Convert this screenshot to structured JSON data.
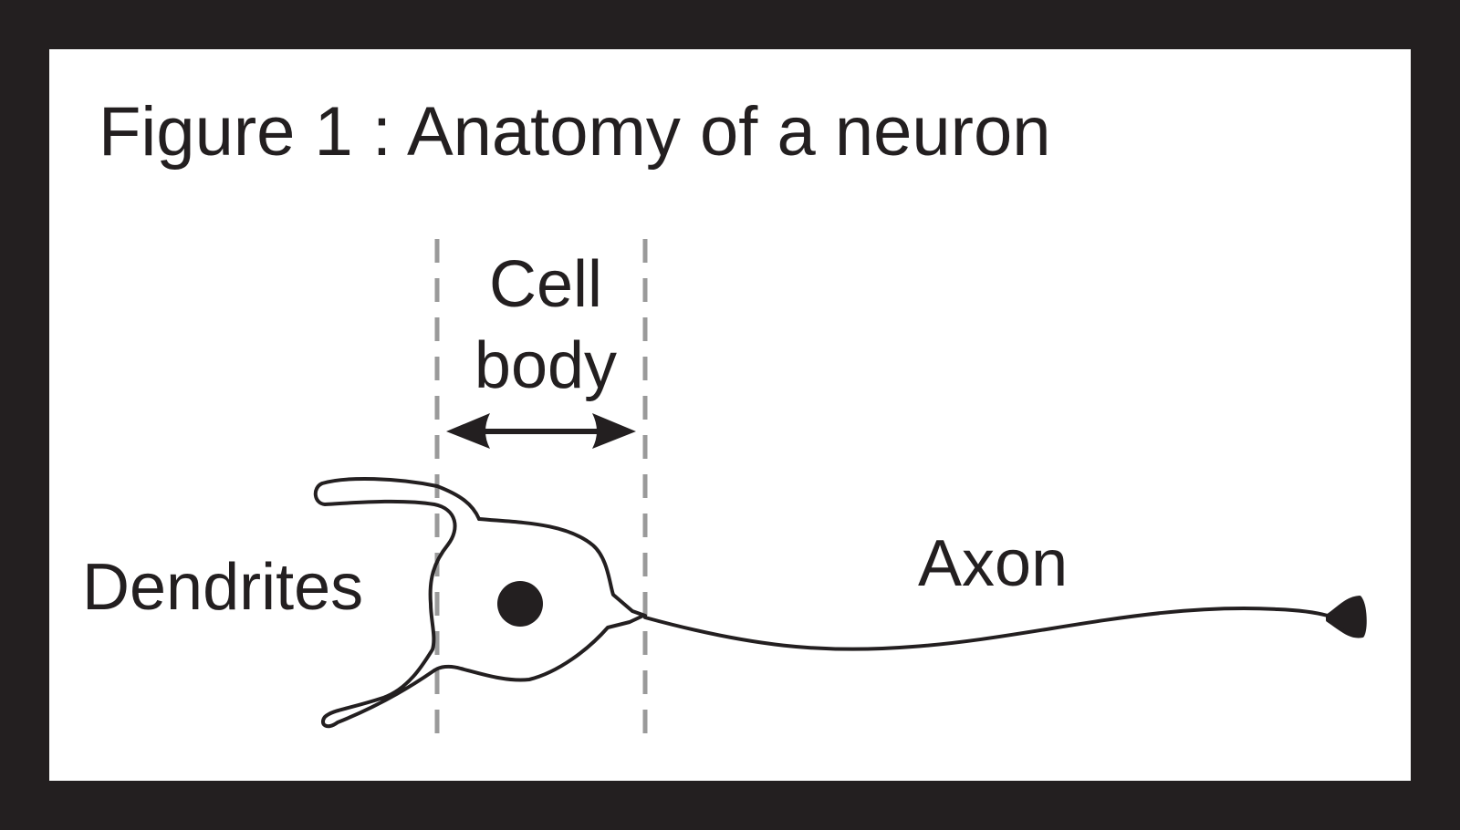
{
  "figure": {
    "title": "Figure 1 : Anatomy of a neuron",
    "labels": {
      "cell_body_line1": "Cell",
      "cell_body_line2": "body",
      "dendrites": "Dendrites",
      "axon": "Axon"
    },
    "colors": {
      "frame": "#231f20",
      "background": "#ffffff",
      "ink": "#231f20",
      "guide_lines": "#9a9a9a"
    }
  }
}
